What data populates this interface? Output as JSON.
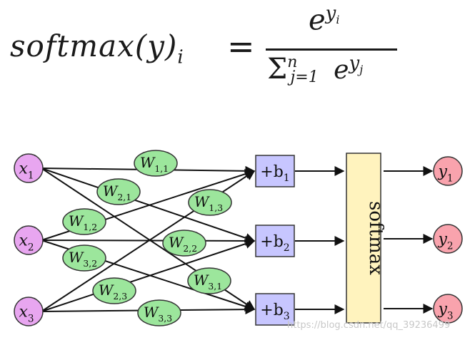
{
  "formula": {
    "lhs_func": "softmax",
    "lhs_arg": "(y)",
    "lhs_sub": "i",
    "equals": "=",
    "num_base": "e",
    "num_sup": "y",
    "num_sup_sub": "i",
    "den_sigma": "Σ",
    "den_upper": "n",
    "den_lower": "j=1",
    "den_base": "e",
    "den_sup": "y",
    "den_sup_sub": "j"
  },
  "inputs": [
    {
      "base": "x",
      "sub": "1"
    },
    {
      "base": "x",
      "sub": "2"
    },
    {
      "base": "x",
      "sub": "3"
    }
  ],
  "weights": [
    {
      "base": "W",
      "sub": "1,1"
    },
    {
      "base": "W",
      "sub": "2,1"
    },
    {
      "base": "W",
      "sub": "1,3"
    },
    {
      "base": "W",
      "sub": "1,2"
    },
    {
      "base": "W",
      "sub": "2,2"
    },
    {
      "base": "W",
      "sub": "3,2"
    },
    {
      "base": "W",
      "sub": "3,1"
    },
    {
      "base": "W",
      "sub": "2,3"
    },
    {
      "base": "W",
      "sub": "3,3"
    }
  ],
  "biases": [
    {
      "text": "+b",
      "sub": "1"
    },
    {
      "text": "+b",
      "sub": "2"
    },
    {
      "text": "+b",
      "sub": "3"
    }
  ],
  "softmax_label": "softmax",
  "outputs": [
    {
      "base": "y",
      "sub": "1"
    },
    {
      "base": "y",
      "sub": "2"
    },
    {
      "base": "y",
      "sub": "3"
    }
  ],
  "colors": {
    "input_fill": "#e8a6f0",
    "weight_fill": "#9ce69c",
    "bias_fill": "#c7c6ff",
    "softmax_fill": "#fff3be",
    "output_fill": "#f9a3ad",
    "stroke": "#333333"
  },
  "watermark": "https://blog.csdn.net/qq_39236499"
}
